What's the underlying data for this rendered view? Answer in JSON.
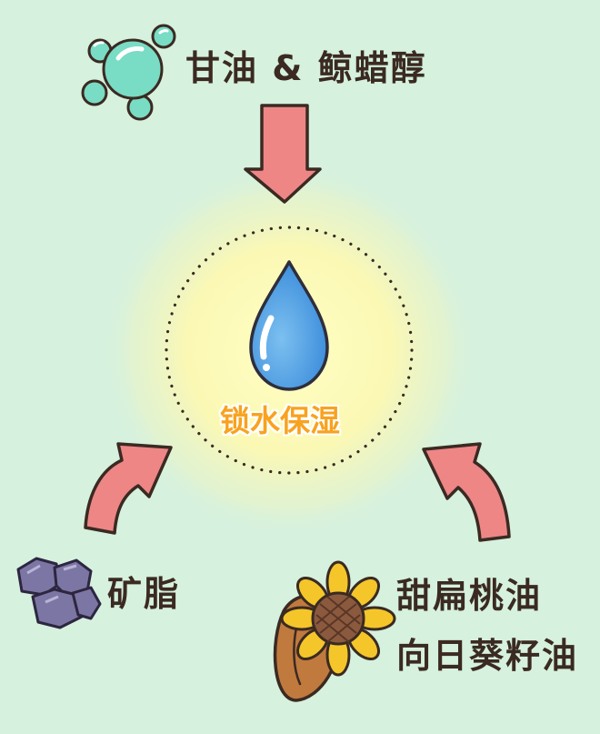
{
  "colors": {
    "background": "#d6f1de",
    "arrow": "#ee8686",
    "outline": "#3a2a22",
    "center_text": "#f8a21f",
    "droplet": "#5fa8e4",
    "bubble": "#79dcc4",
    "rock": "#7c76a4",
    "sunflower_petal": "#f4c62a",
    "sunflower_seed": "#8b5a3e",
    "almond": "#c07a3e"
  },
  "icons": {
    "top": "bubbles-icon",
    "center": "water-drop-icon",
    "bottom_left": "rocks-icon",
    "bottom_right": "sunflower-almond-icon"
  },
  "labels": {
    "top": "甘油 & 鲸蜡醇",
    "center": "锁水保湿",
    "bottom_left": "矿脂",
    "bottom_right_line1": "甜扁桃油",
    "bottom_right_line2": "向日葵籽油"
  }
}
